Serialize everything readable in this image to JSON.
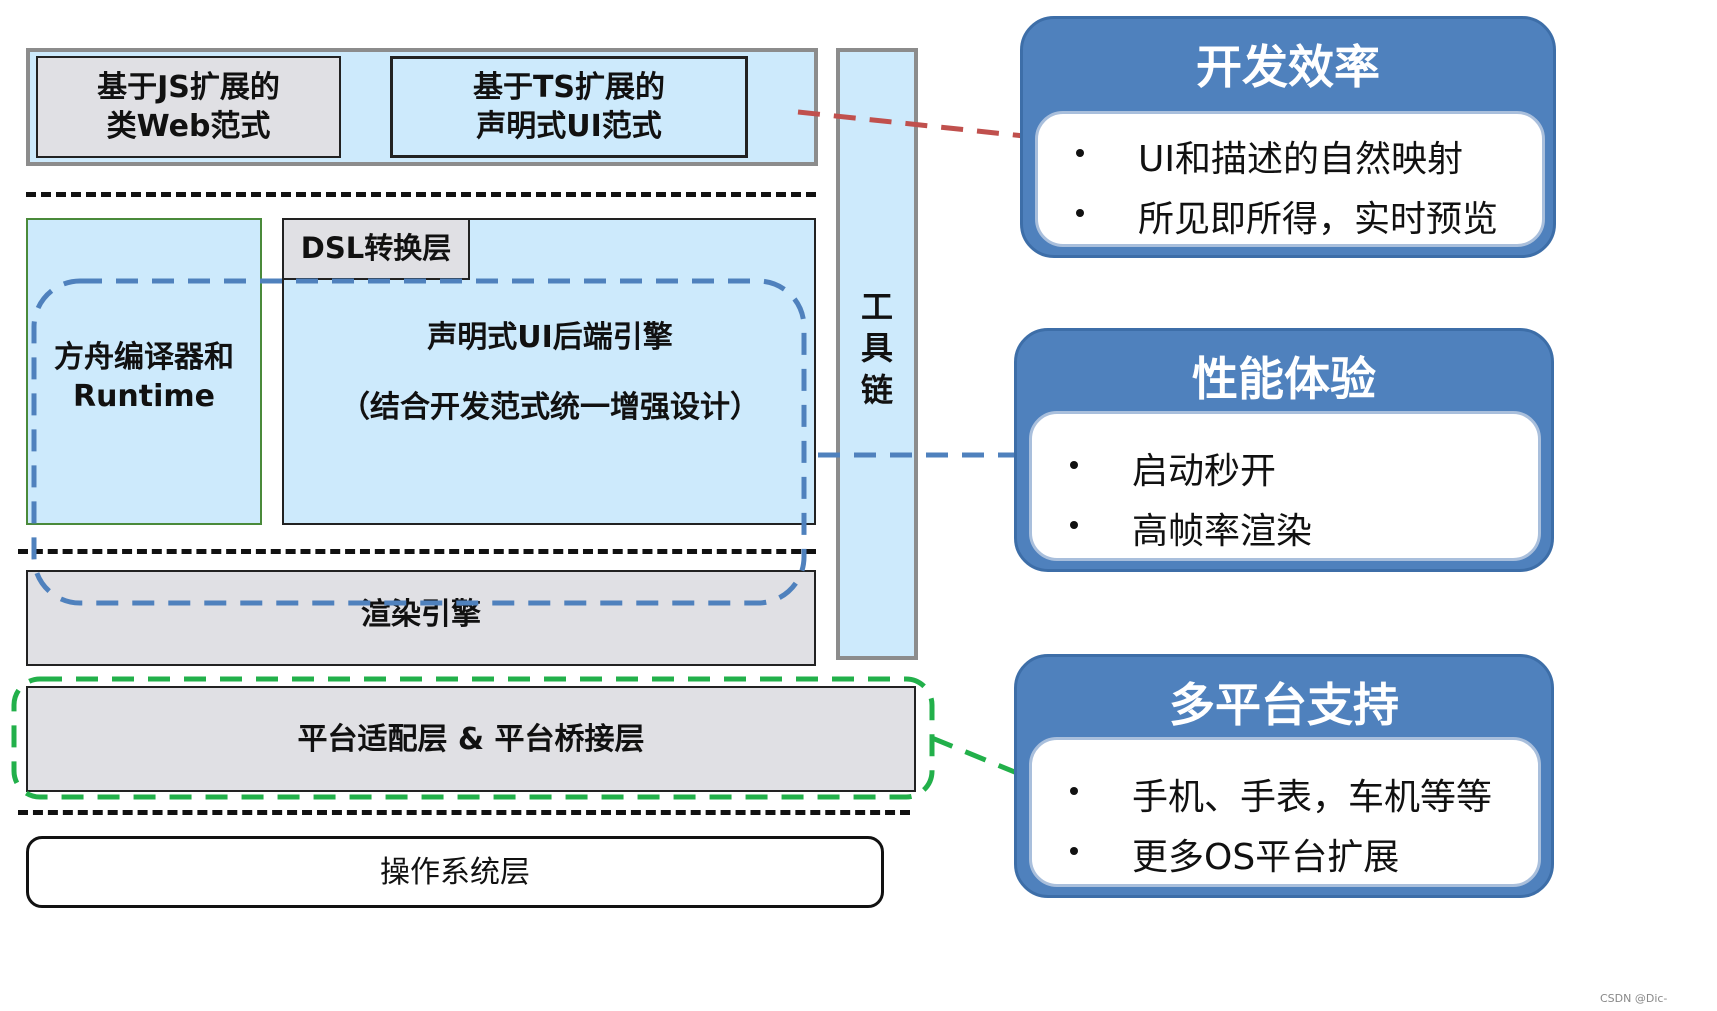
{
  "top_layer": {
    "left_box": [
      "基于JS扩展的",
      "类Web范式"
    ],
    "right_box": [
      "基于TS扩展的",
      "声明式UI范式"
    ]
  },
  "middle_layer": {
    "compiler_box": [
      "方舟编译器和",
      "Runtime"
    ],
    "dsl_label": "DSL转换层",
    "backend_title": "声明式UI后端引擎",
    "backend_subtitle": "（结合开发范式统一增强设计）"
  },
  "render_engine": "渲染引擎",
  "platform_layer": "平台适配层 & 平台桥接层",
  "os_layer": "操作系统层",
  "toolchain": [
    "工",
    "具",
    "链"
  ],
  "panels": [
    {
      "title": "开发效率",
      "items": [
        "UI和描述的自然映射",
        "所见即所得，实时预览"
      ]
    },
    {
      "title": "性能体验",
      "items": [
        "启动秒开",
        "高帧率渲染"
      ]
    },
    {
      "title": "多平台支持",
      "items": [
        "手机、手表，车机等等",
        "更多OS平台扩展"
      ]
    }
  ],
  "watermark": "CSDN @Dic-",
  "colors": {
    "light_blue": "#cdeafc",
    "light_gray": "#e0e0e4",
    "panel_blue": "#4f81bd",
    "red_dash": "#c0504d",
    "blue_dash": "#4f81bd",
    "green_dash": "#22b04a"
  }
}
